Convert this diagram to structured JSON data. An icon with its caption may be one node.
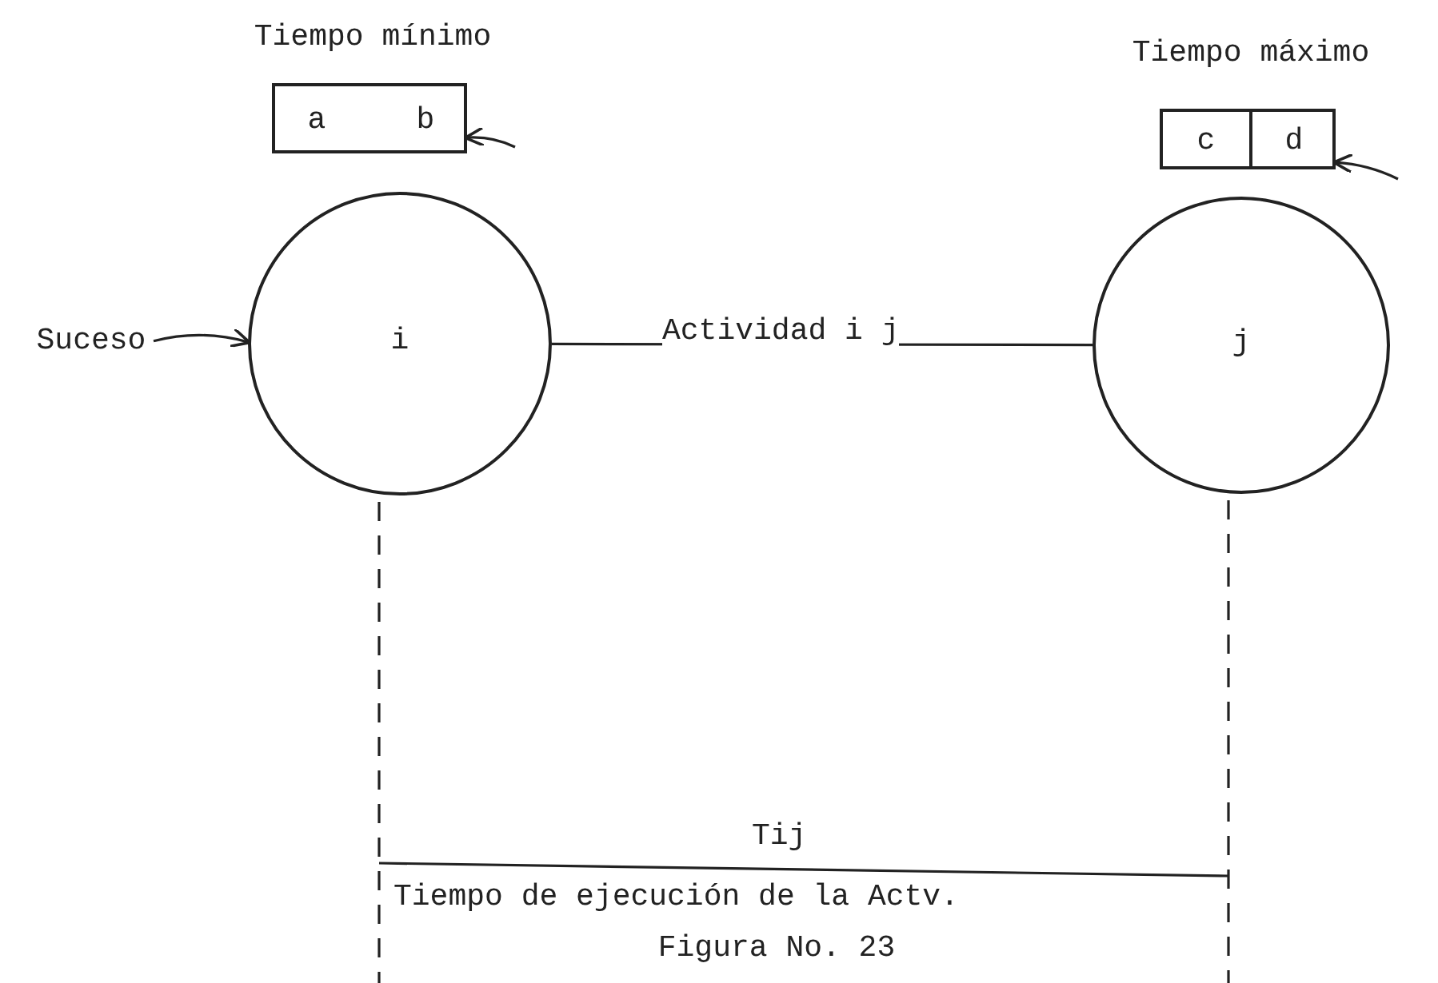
{
  "diagram": {
    "caption": "Figura No. 23",
    "nodes": [
      {
        "text": [
          "Tiempo mínimo"
        ]
      },
      {
        "text": [
          "a"
        ],
        "in": 0
      },
      {
        "text": [
          "b"
        ],
        "in": 0
      },
      {
        "text": [
          "Tiempo máximo"
        ]
      },
      {
        "text": [
          "c"
        ],
        "in": 3
      },
      {
        "text": [
          "d"
        ],
        "in": 3
      },
      {
        "text": [
          "Suceso"
        ]
      },
      {
        "text": [
          "i"
        ]
      },
      {
        "text": [
          "j"
        ]
      }
    ],
    "edges": [
      {
        "from": 6,
        "to": 7,
        "arrow": "to"
      },
      {
        "from": 7,
        "to": 8,
        "arrow": "none",
        "label": "Actividad i j"
      },
      {
        "from": null,
        "to": 0,
        "arrow": "to"
      },
      {
        "from": null,
        "to": 3,
        "arrow": "to"
      }
    ],
    "labels": [
      "Tij",
      "Tiempo de ejecución de la Actv."
    ]
  }
}
